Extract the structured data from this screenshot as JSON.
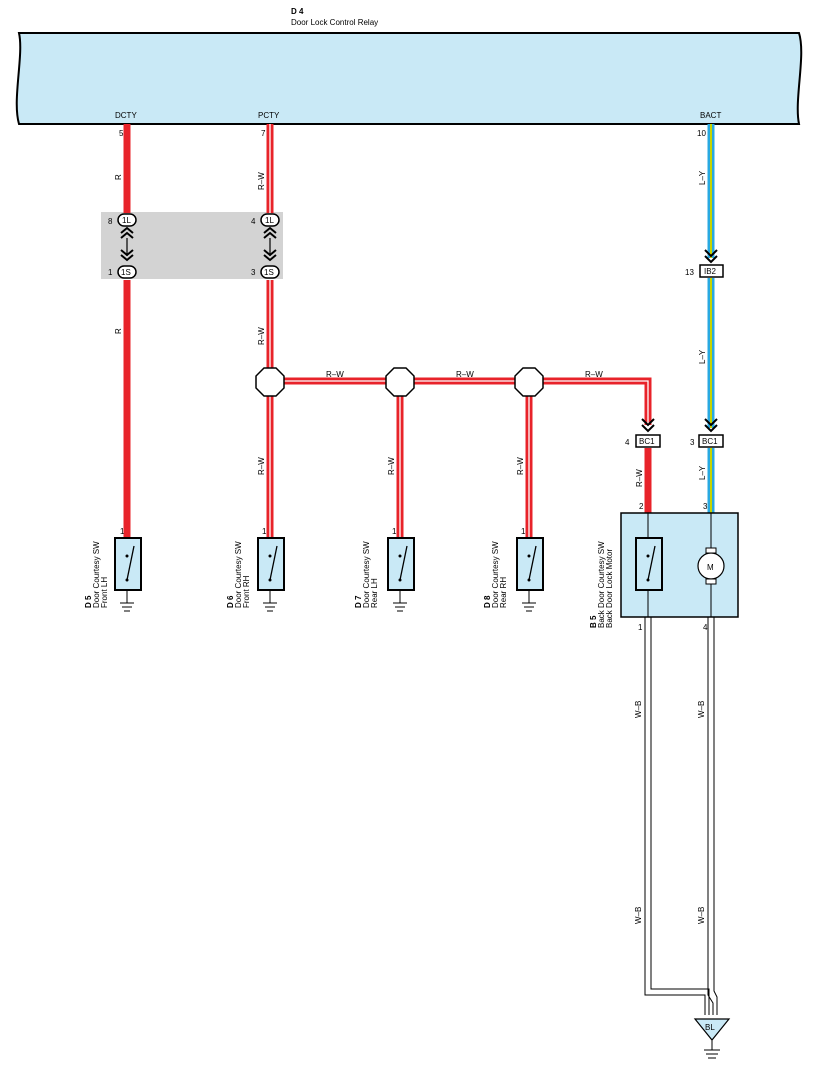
{
  "relay": {
    "code": "D 4",
    "name": "Door Lock Control Relay",
    "terminals": [
      {
        "name": "DCTY",
        "pin": "5"
      },
      {
        "name": "PCTY",
        "pin": "7"
      },
      {
        "name": "BACT",
        "pin": "10"
      }
    ]
  },
  "wires": {
    "r": "R",
    "rw": "R–W",
    "ly": "L–Y",
    "wb": "W–B"
  },
  "junction": {
    "left_top_pin": "8",
    "left_top_label": "1L",
    "left_bot_pin": "1",
    "left_bot_label": "1S",
    "right_top_pin": "4",
    "right_top_label": "1L",
    "right_bot_pin": "3",
    "right_bot_label": "1S"
  },
  "connectors": {
    "ib2": {
      "pin": "13",
      "label": "IB2"
    },
    "bc1_rw": {
      "pin": "4",
      "label": "BC1"
    },
    "bc1_ly": {
      "pin": "3",
      "label": "BC1"
    }
  },
  "components": [
    {
      "code": "D 5",
      "line1": "Door Courtesy SW",
      "line2": "Front LH",
      "pin": "1"
    },
    {
      "code": "D 6",
      "line1": "Door Courtesy SW",
      "line2": "Front RH",
      "pin": "1"
    },
    {
      "code": "D 7",
      "line1": "Door Courtesy SW",
      "line2": "Rear LH",
      "pin": "1"
    },
    {
      "code": "D 8",
      "line1": "Door Courtesy SW",
      "line2": "Rear RH",
      "pin": "1"
    }
  ],
  "back_door": {
    "code": "B 5",
    "line1": "Back Door Courtesy SW",
    "line2": "Back Door Lock Motor",
    "pin_top_left": "2",
    "pin_top_right": "3",
    "pin_bot_left": "1",
    "pin_bot_right": "4",
    "motor_label": "M"
  },
  "ground": {
    "label": "BL"
  },
  "colors": {
    "red_wire": "#e8232a",
    "blue_wire": "#29a9e0",
    "yellow_wire": "#c8d400",
    "box_fill": "#c9e9f6",
    "junction_fill": "#d3d3d3"
  }
}
